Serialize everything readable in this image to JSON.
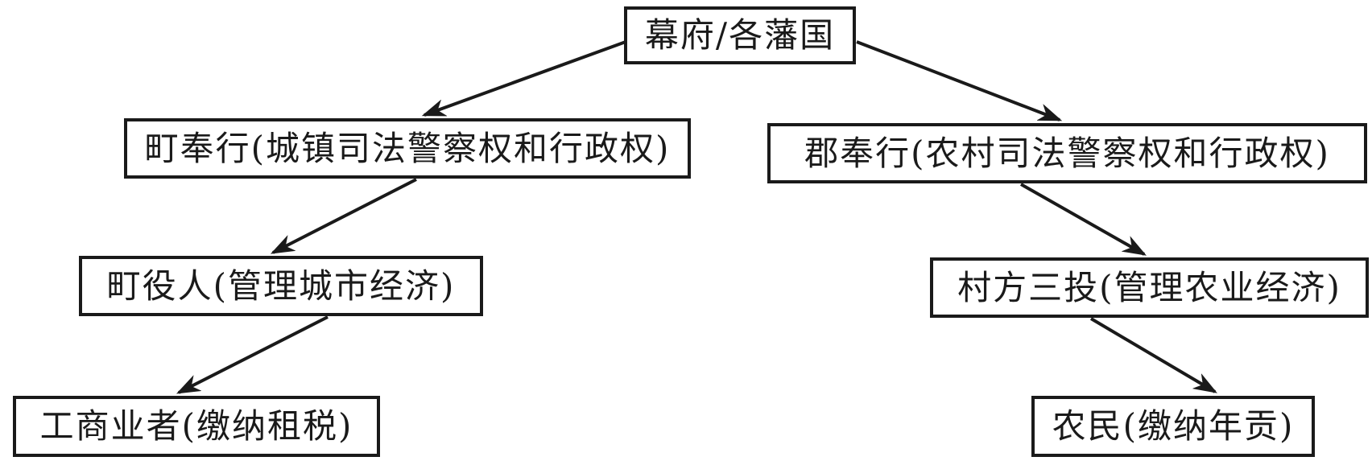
{
  "diagram": {
    "background_color": "#ffffff",
    "line_color": "#1a1a1a",
    "nodes": {
      "bakufu": {
        "label": "幕府/各藩国"
      },
      "machi_bugyo": {
        "label": "町奉行(城镇司法警察权和行政权)"
      },
      "gun_bugyo": {
        "label": "郡奉行(农村司法警察权和行政权)"
      },
      "machi_yakunin": {
        "label": "町役人(管理城市经济)"
      },
      "murakata_sanyaku": {
        "label": "村方三投(管理农业经济)"
      },
      "merchants": {
        "label": "工商业者(缴纳租税)"
      },
      "farmers": {
        "label": "农民(缴纳年贡)"
      }
    },
    "edges": [
      {
        "from": "幕府/各藩国",
        "to": "町奉行(城镇司法警察权和行政权)"
      },
      {
        "from": "幕府/各藩国",
        "to": "郡奉行(农村司法警察权和行政权)"
      },
      {
        "from": "町奉行(城镇司法警察权和行政权)",
        "to": "町役人(管理城市经济)"
      },
      {
        "from": "郡奉行(农村司法警察权和行政权)",
        "to": "村方三投(管理农业经济)"
      },
      {
        "from": "町役人(管理城市经济)",
        "to": "工商业者(缴纳租税)"
      },
      {
        "from": "村方三投(管理农业经济)",
        "to": "农民(缴纳年贡)"
      }
    ]
  }
}
